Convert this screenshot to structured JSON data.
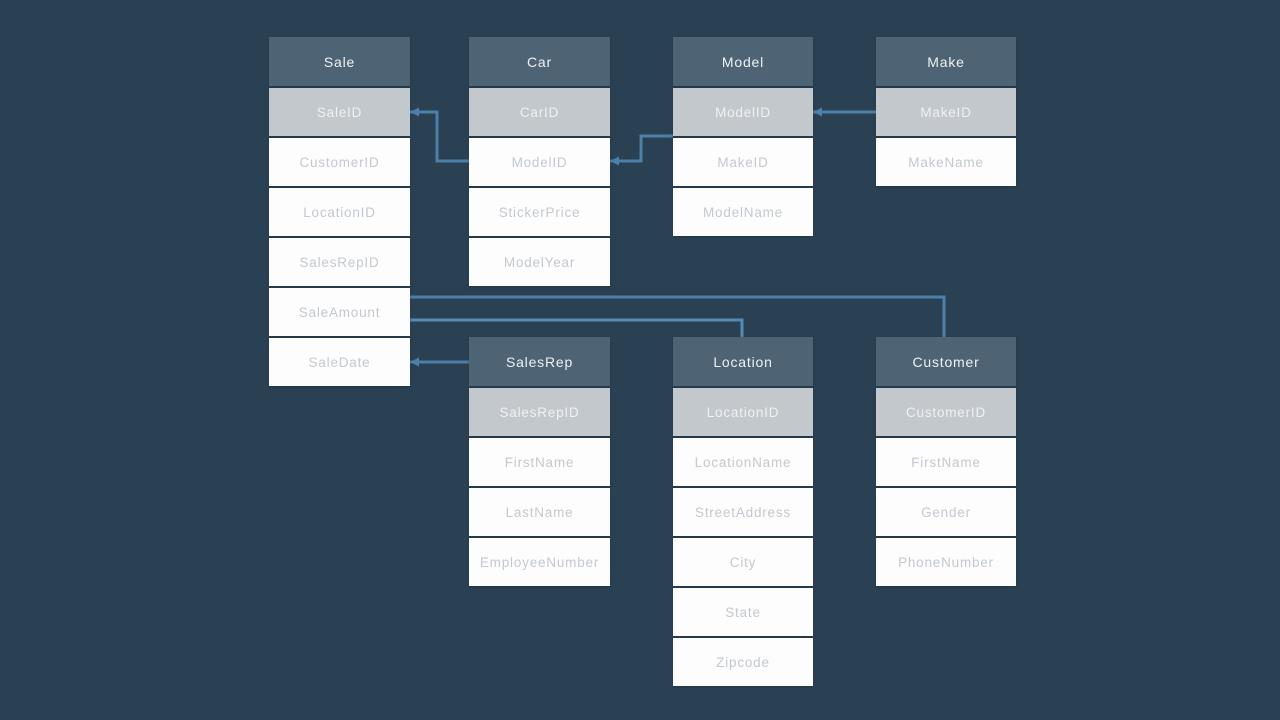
{
  "diagram": {
    "tables": [
      {
        "name": "Sale",
        "primary_key": "SaleID",
        "fields": [
          "CustomerID",
          "LocationID",
          "SalesRepID",
          "SaleAmount",
          "SaleDate"
        ]
      },
      {
        "name": "Car",
        "primary_key": "CarID",
        "fields": [
          "ModelID",
          "StickerPrice",
          "ModelYear"
        ]
      },
      {
        "name": "Model",
        "primary_key": "ModelID",
        "fields": [
          "MakeID",
          "ModelName"
        ]
      },
      {
        "name": "Make",
        "primary_key": "MakeID",
        "fields": [
          "MakeName"
        ]
      },
      {
        "name": "SalesRep",
        "primary_key": "SalesRepID",
        "fields": [
          "FirstName",
          "LastName",
          "EmployeeNumber"
        ]
      },
      {
        "name": "Location",
        "primary_key": "LocationID",
        "fields": [
          "LocationName",
          "StreetAddress",
          "City",
          "State",
          "Zipcode"
        ]
      },
      {
        "name": "Customer",
        "primary_key": "CustomerID",
        "fields": [
          "FirstName",
          "Gender",
          "PhoneNumber"
        ]
      }
    ],
    "relationships": [
      {
        "from": "Sale.SaleID",
        "to": "Car.ModelID"
      },
      {
        "from": "Car.ModelID",
        "to": "Model.ModelID"
      },
      {
        "from": "Model.ModelID",
        "to": "Make.MakeID"
      },
      {
        "from": "Sale",
        "to": "Customer"
      },
      {
        "from": "Sale",
        "to": "Location"
      },
      {
        "from": "Sale.SaleDate",
        "to": "SalesRep"
      }
    ],
    "colors": {
      "background": "#2a4153",
      "table_header_bg": "#4e6373",
      "table_header_text": "#eef2f3",
      "primary_key_bg": "#c3c8cc",
      "primary_key_text": "#eff1f3",
      "field_row_bg": "#fdfdfe",
      "field_row_text": "#c3c9ce",
      "connector": "#4c7fa9"
    }
  }
}
